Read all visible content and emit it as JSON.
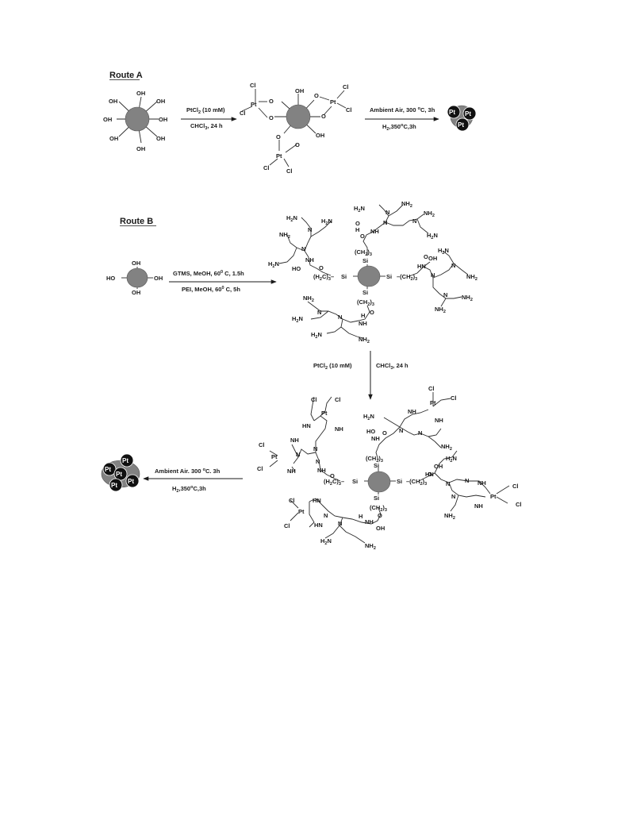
{
  "route_a": {
    "title": "Route A",
    "oh": "OH",
    "pt": "Pt",
    "cl": "Cl",
    "o": "O",
    "step1_top": "PtCl",
    "step1_top_sub": "2",
    "step1_top_rest": " (10 mM)",
    "step1_bottom": "CHCl",
    "step1_bottom_sub": "3",
    "step1_bottom_rest": ", 24 h",
    "step2_top": "Ambient Air, 300 ",
    "step2_top_sup": "o",
    "step2_top_rest": "C, 3h",
    "step2_bottom": "H",
    "step2_bottom_sub": "2",
    "step2_bottom_rest": ",350",
    "step2_bottom_sup": "o",
    "step2_bottom_end": "C,3h"
  },
  "route_b": {
    "title": "Route B",
    "ho": "HO",
    "oh": "OH",
    "step1_top": "GTMS, MeOH, 60",
    "step1_top_sup": "0",
    "step1_top_rest": " C, 1.5h",
    "step1_bottom": "PEI, MeOH, 60",
    "step1_bottom_sup": "0",
    "step1_bottom_rest": " C, 5h",
    "step2_left": "PtCl",
    "step2_left_sub": "2",
    "step2_left_rest": " (10 mM)",
    "step2_right": "CHCl",
    "step2_right_sub": "3",
    "step2_right_rest": ", 24 h",
    "step3_top": "Ambient Air. 300 ",
    "step3_top_sup": "o",
    "step3_top_rest": "C. 3h",
    "step3_bottom": "H",
    "step3_bottom_sub": "2",
    "step3_bottom_rest": ",350",
    "step3_bottom_sup": "o",
    "step3_bottom_end": "C,3h",
    "si": "Si",
    "n": "N",
    "nh": "NH",
    "hn": "HN",
    "nh2": "NH",
    "h2n": "H",
    "h2n_rest": "N",
    "two": "2",
    "ch2_3": "(CH",
    "ch2_3_sub": "2",
    "ch2_3_end": ")",
    "ch2_3_end_sub": "3",
    "h2c_3": "(H",
    "h2c_3_sub": "2",
    "h2c_3_mid": "C)",
    "h2c_3_end_sub": "3",
    "h": "H",
    "pt": "Pt",
    "cl": "Cl",
    "o": "O"
  }
}
